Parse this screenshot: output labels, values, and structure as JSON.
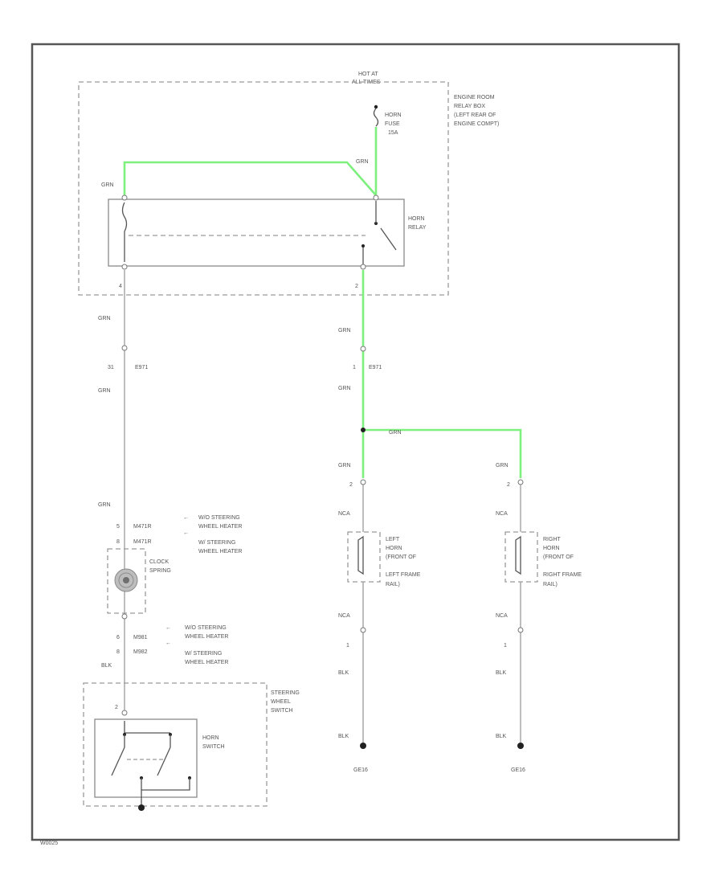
{
  "power": {
    "hot_at_line1": "HOT AT",
    "hot_at_line2": "ALL TIMES"
  },
  "relay_box": {
    "label_lines": [
      "ENGINE ROOM",
      "RELAY BOX",
      "(LEFT REAR OF",
      "ENGINE COMPT)"
    ],
    "fuse_lines": [
      "HORN",
      "FUSE",
      "15A"
    ],
    "relay_lines": [
      "HORN",
      "RELAY"
    ],
    "pin_left": "4",
    "pin_right": "2"
  },
  "wires": {
    "grn": "GRN",
    "blk": "BLK",
    "nca": "NCA"
  },
  "connectors": {
    "left_pin": "31",
    "left_name": "E971",
    "right_pin": "1",
    "right_name": "E971",
    "horn_pin_top": "2",
    "horn_pin_bottom": "1",
    "clock_pin_1": "5",
    "clock_pin_1_name": "M471R",
    "clock_pin_2": "8",
    "clock_pin_2_name": "M471R",
    "switch_pin_1": "6",
    "switch_pin_1_name": "M981",
    "switch_pin_2": "8",
    "switch_pin_2_name": "M982",
    "steering_switch_pin": "2"
  },
  "notes": {
    "clock_note_lines": [
      "W/O STEERING",
      "WHEEL HEATER",
      "W/ STEERING",
      "WHEEL HEATER"
    ],
    "switch_note_lines": [
      "W/O STEERING",
      "WHEEL HEATER",
      "W/ STEERING",
      "WHEEL HEATER"
    ]
  },
  "clock_spring": {
    "label_lines": [
      "CLOCK",
      "SPRING"
    ]
  },
  "left_horn": {
    "label_lines": [
      "LEFT",
      "HORN",
      "(FRONT OF",
      "LEFT FRAME",
      "RAIL)"
    ]
  },
  "right_horn": {
    "label_lines": [
      "RIGHT",
      "HORN",
      "(FRONT OF",
      "RIGHT FRAME",
      "RAIL)"
    ]
  },
  "steering_switch": {
    "label_lines": [
      "STEERING",
      "WHEEL",
      "SWITCH"
    ],
    "horn_switch_lines": [
      "HORN",
      "SWITCH"
    ]
  },
  "grounds": {
    "left": "GE16",
    "right": "GE16"
  },
  "footer": {
    "code": "W0025"
  },
  "colors": {
    "energized_wire": "#7df07d",
    "wire": "#9a9a9a",
    "frame": "#555555"
  }
}
